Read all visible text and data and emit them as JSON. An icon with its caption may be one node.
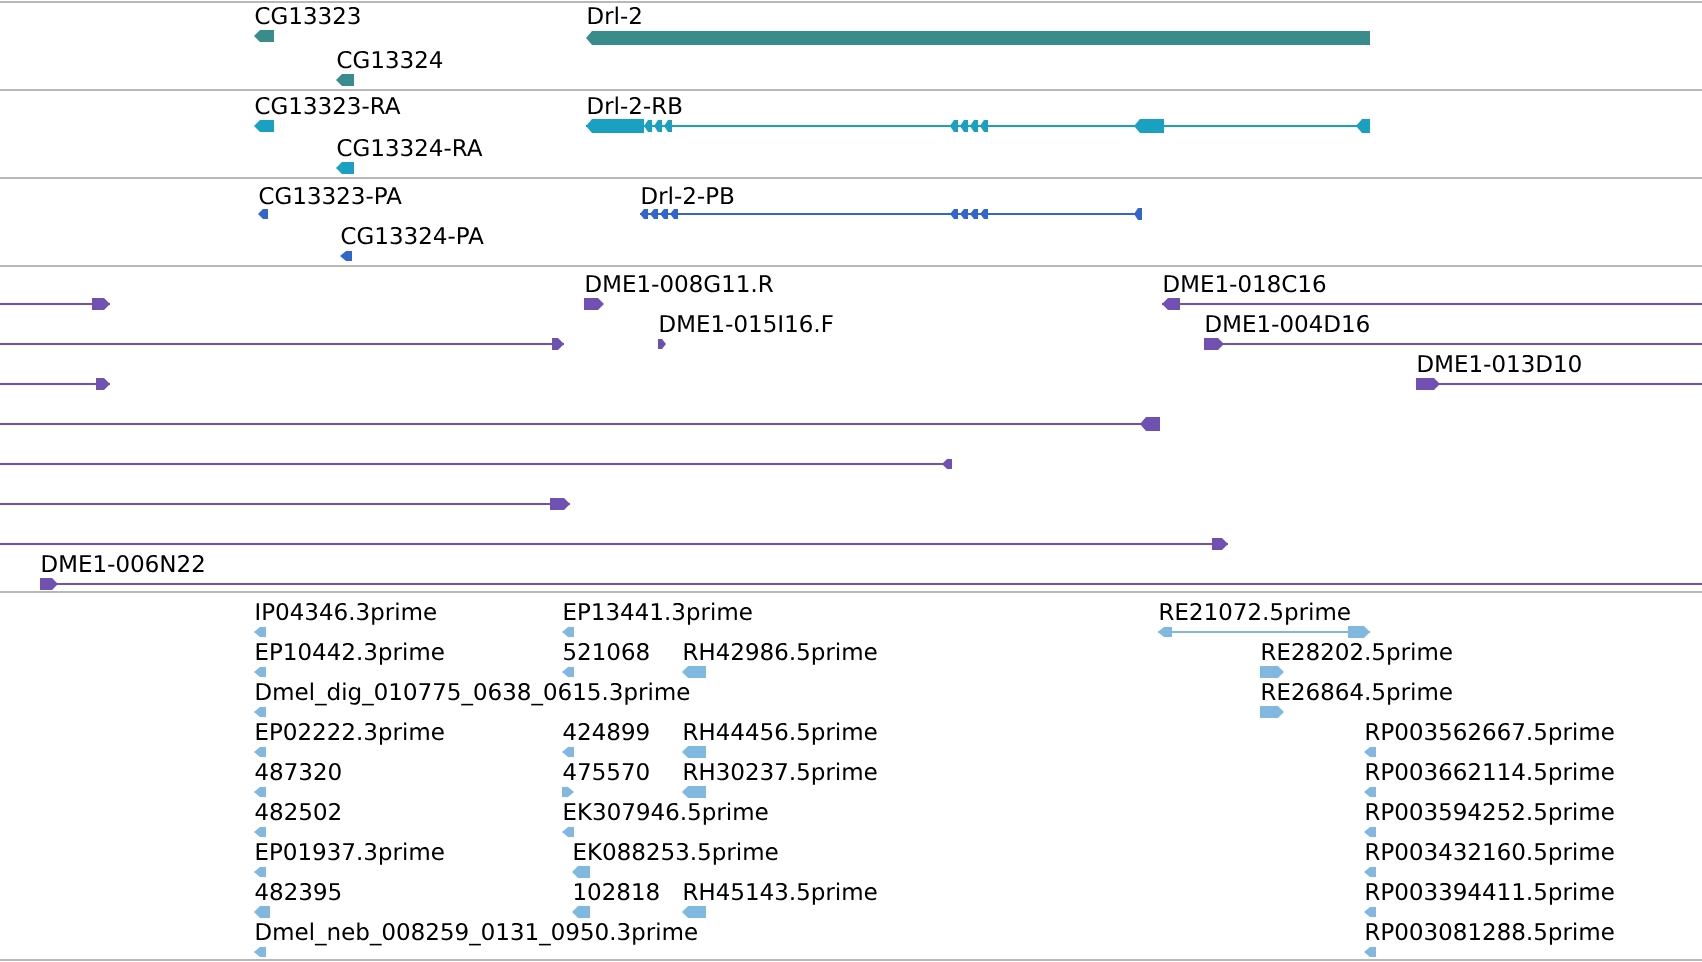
{
  "diagram": {
    "labels": [
      "CG13323",
      "Drl-2",
      "CG13324",
      "CG13323-RA",
      "Drl-2-RB",
      "CG13324-RA",
      "CG13323-PA",
      "Drl-2-PB",
      "CG13324-PA",
      "DME1-008G11.R",
      "DME1-018C16",
      "DME1-015I16.F",
      "DME1-004D16",
      "DME1-013D10",
      "DME1-006N22",
      "IP04346.3prime",
      "EP13441.3prime",
      "RE21072.5prime",
      "EP10442.3prime",
      "521068",
      "RH42986.5prime",
      "RE28202.5prime",
      "Dmel_dig_010775_0638_0615.3prime",
      "RE26864.5prime",
      "EP02222.3prime",
      "424899",
      "RH44456.5prime",
      "RP003562667.5prime",
      "487320",
      "475570",
      "RH30237.5prime",
      "RP003662114.5prime",
      "482502",
      "EK307946.5prime",
      "RP003594252.5prime",
      "EP01937.3prime",
      "EK088253.5prime",
      "RP003432160.5prime",
      "482395",
      "102818",
      "RH45143.5prime",
      "RP003394411.5prime",
      "Dmel_neb_008259_0131_0950.3prime",
      "RP003081288.5prime"
    ]
  }
}
